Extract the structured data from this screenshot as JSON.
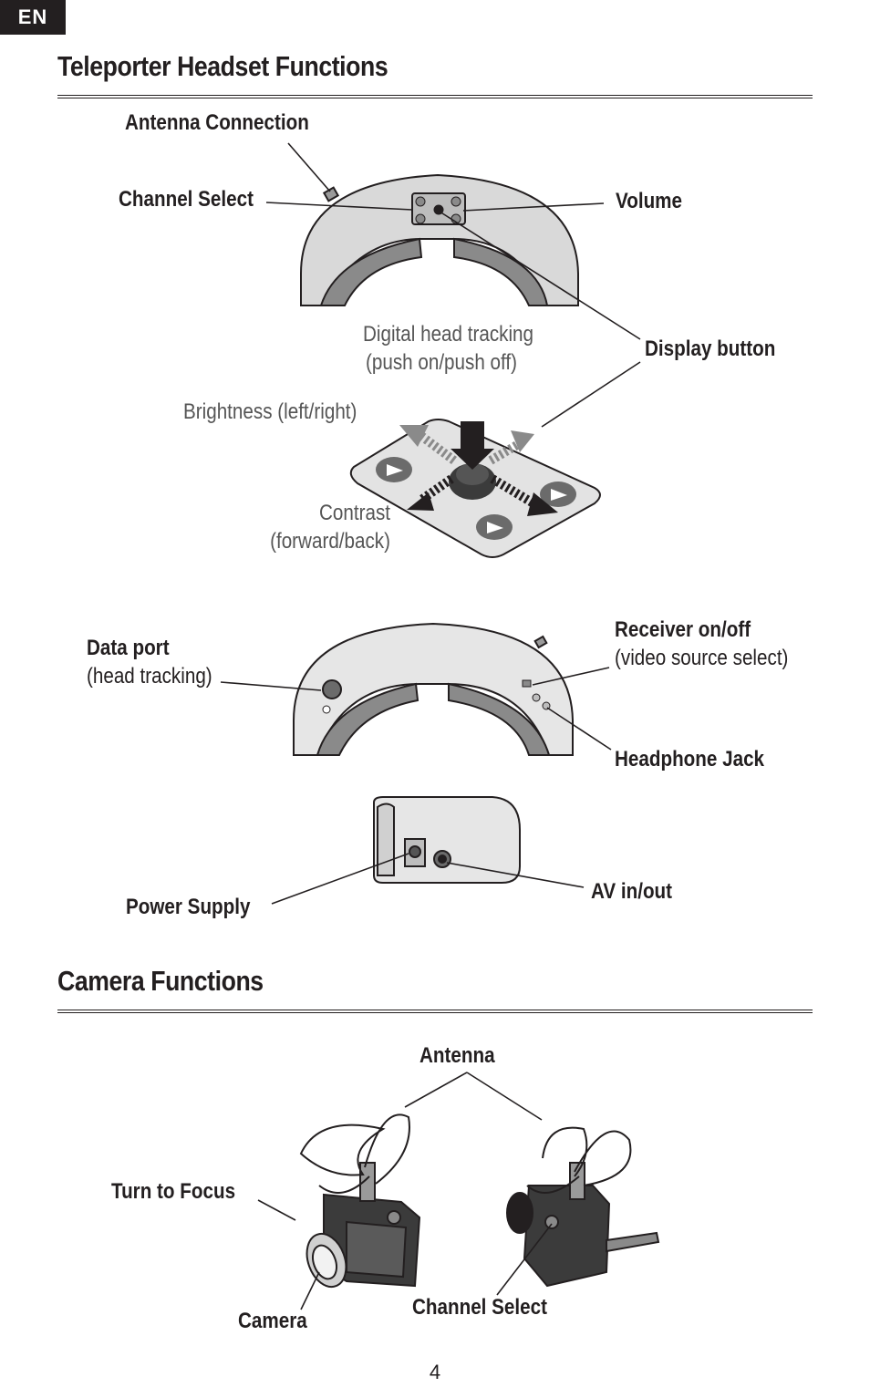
{
  "lang_tab": "EN",
  "page_number": "4",
  "headset": {
    "title": "Teleporter Headset Functions",
    "labels": {
      "antenna_connection": "Antenna Connection",
      "channel_select": "Channel Select",
      "volume": "Volume",
      "digital_head_tracking": "Digital head tracking",
      "digital_head_tracking_sub": "(push on/push off)",
      "display_button": "Display button",
      "brightness": "Brightness (left/right)",
      "contrast": "Contrast",
      "contrast_sub": "(forward/back)",
      "data_port": "Data port",
      "data_port_sub": "(head tracking)",
      "receiver": "Receiver on/off",
      "receiver_sub": "(video source select)",
      "headphone_jack": "Headphone Jack",
      "power_supply": "Power Supply",
      "av_in_out": "AV in/out"
    }
  },
  "camera": {
    "title": "Camera Functions",
    "labels": {
      "antenna": "Antenna",
      "turn_to_focus": "Turn to Focus",
      "camera": "Camera",
      "channel_select": "Channel Select"
    }
  },
  "colors": {
    "ink": "#231f20",
    "body_gray": "#d7d7d7",
    "dark_gray": "#555555"
  }
}
